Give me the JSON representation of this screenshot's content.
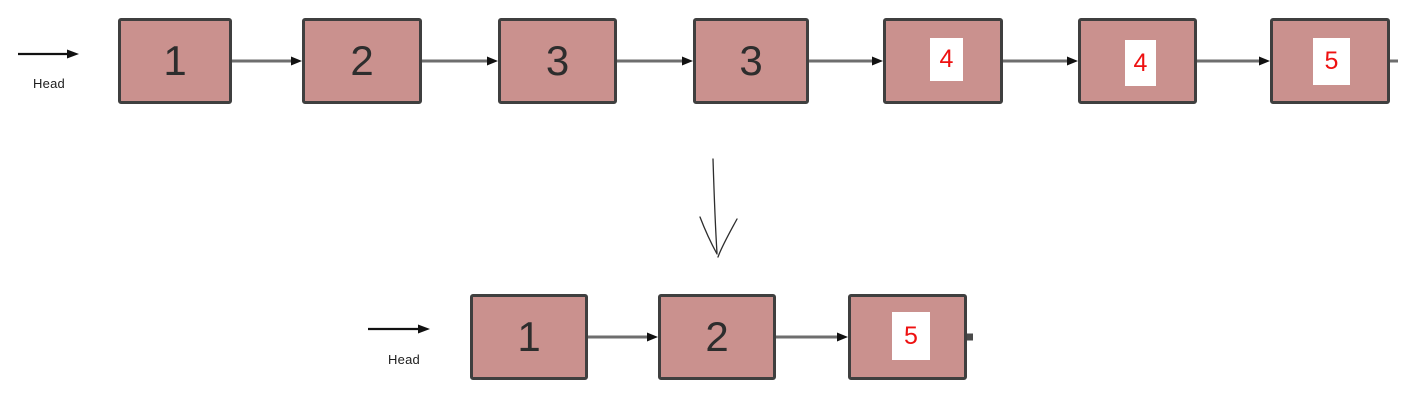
{
  "colors": {
    "background": "#ffffff",
    "node_fill": "#ca918e",
    "node_border": "#3f3f3f",
    "connector": "#6e6e6e",
    "arrowhead": "#111111",
    "head_arrow": "#111111",
    "value_text": "#2d2d2d",
    "highlight_text": "#ee1111",
    "patch_fill": "#ffffff"
  },
  "top_list": {
    "head_label": "Head",
    "nodes": [
      {
        "value": "1",
        "highlighted": false
      },
      {
        "value": "2",
        "highlighted": false
      },
      {
        "value": "3",
        "highlighted": false
      },
      {
        "value": "3",
        "highlighted": false
      },
      {
        "value": "4",
        "highlighted": true
      },
      {
        "value": "4",
        "highlighted": true
      },
      {
        "value": "5",
        "highlighted": true
      }
    ]
  },
  "bottom_list": {
    "head_label": "Head",
    "nodes": [
      {
        "value": "1",
        "highlighted": false
      },
      {
        "value": "2",
        "highlighted": false
      },
      {
        "value": "5",
        "highlighted": true
      }
    ]
  }
}
